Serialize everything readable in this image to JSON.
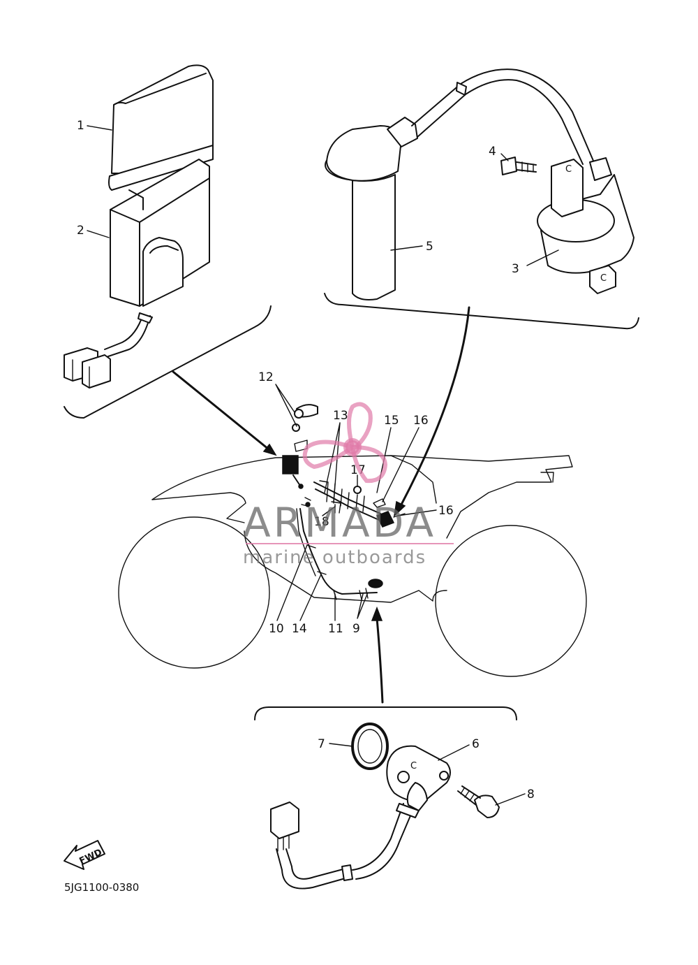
{
  "callouts": [
    {
      "id": "1",
      "label": "1"
    },
    {
      "id": "2",
      "label": "2"
    },
    {
      "id": "3",
      "label": "3"
    },
    {
      "id": "4",
      "label": "4"
    },
    {
      "id": "5",
      "label": "5"
    },
    {
      "id": "6",
      "label": "6"
    },
    {
      "id": "7",
      "label": "7"
    },
    {
      "id": "8",
      "label": "8"
    },
    {
      "id": "9",
      "label": "9"
    },
    {
      "id": "10",
      "label": "10"
    },
    {
      "id": "11",
      "label": "11"
    },
    {
      "id": "12",
      "label": "12"
    },
    {
      "id": "13",
      "label": "13"
    },
    {
      "id": "14",
      "label": "14"
    },
    {
      "id": "15",
      "label": "15"
    },
    {
      "id": "16a",
      "label": "16"
    },
    {
      "id": "16b",
      "label": "16"
    },
    {
      "id": "17",
      "label": "17"
    },
    {
      "id": "18",
      "label": "18"
    }
  ],
  "diagram_code": "5JG1100-0380",
  "fwd_label": "FWD",
  "watermark": {
    "brand": "ARMADA",
    "tagline": "marine outboards",
    "accent_color": "#e07aa8"
  },
  "colors": {
    "line": "#111111",
    "background": "#ffffff"
  }
}
